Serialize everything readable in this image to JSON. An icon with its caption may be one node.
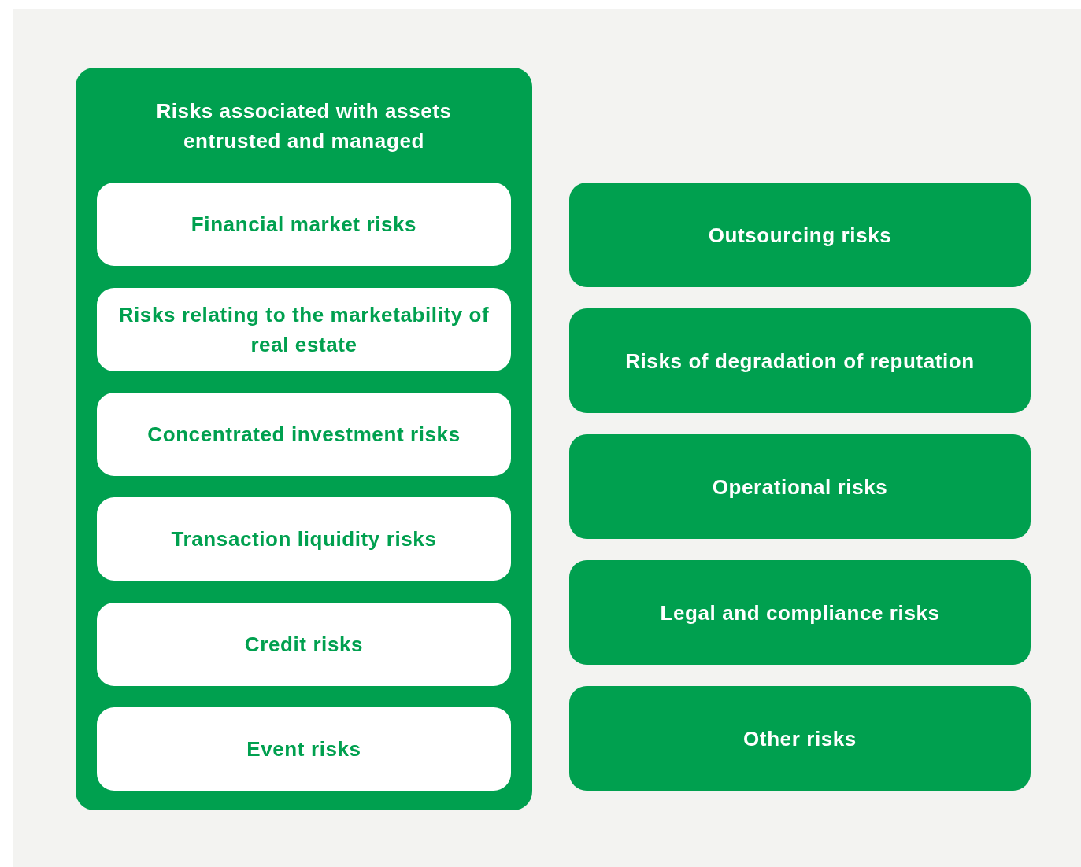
{
  "diagram": {
    "nodes": [
      {
        "text": [
          "Risks associated with assets entrusted and managed"
        ]
      },
      {
        "text": [
          "Financial market risks"
        ],
        "in": 0
      },
      {
        "text": [
          "Risks relating to the marketability of real estate"
        ],
        "in": 0
      },
      {
        "text": [
          "Concentrated investment risks"
        ],
        "in": 0
      },
      {
        "text": [
          "Transaction liquidity risks"
        ],
        "in": 0
      },
      {
        "text": [
          "Credit risks"
        ],
        "in": 0
      },
      {
        "text": [
          "Event risks"
        ],
        "in": 0
      },
      {
        "text": [
          "Outsourcing risks"
        ]
      },
      {
        "text": [
          "Risks of degradation of reputation"
        ]
      },
      {
        "text": [
          "Operational risks"
        ]
      },
      {
        "text": [
          "Legal and compliance risks"
        ]
      },
      {
        "text": [
          "Other risks"
        ]
      }
    ]
  }
}
